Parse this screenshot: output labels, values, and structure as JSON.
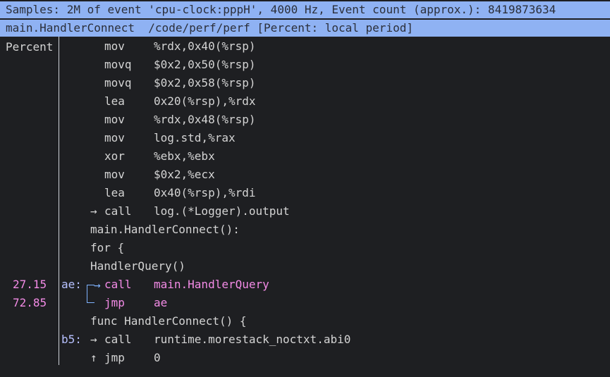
{
  "header": {
    "line1": "Samples: 2M of event 'cpu-clock:pppH', 4000 Hz, Event count (approx.): 8419873634",
    "line2": "main.HandlerConnect  /code/perf/perf [Percent: local period]"
  },
  "percent_column_title": "Percent",
  "lines": [
    {
      "pct": "",
      "label": "",
      "arrow": "",
      "mnemonic": "mov",
      "operands": "%rdx,0x40(%rsp)",
      "source": ""
    },
    {
      "pct": "",
      "label": "",
      "arrow": "",
      "mnemonic": "movq",
      "operands": "$0x2,0x50(%rsp)",
      "source": ""
    },
    {
      "pct": "",
      "label": "",
      "arrow": "",
      "mnemonic": "movq",
      "operands": "$0x2,0x58(%rsp)",
      "source": ""
    },
    {
      "pct": "",
      "label": "",
      "arrow": "",
      "mnemonic": "lea",
      "operands": "0x20(%rsp),%rdx",
      "source": ""
    },
    {
      "pct": "",
      "label": "",
      "arrow": "",
      "mnemonic": "mov",
      "operands": "%rdx,0x48(%rsp)",
      "source": ""
    },
    {
      "pct": "",
      "label": "",
      "arrow": "",
      "mnemonic": "mov",
      "operands": "log.std,%rax",
      "source": ""
    },
    {
      "pct": "",
      "label": "",
      "arrow": "",
      "mnemonic": "xor",
      "operands": "%ebx,%ebx",
      "source": ""
    },
    {
      "pct": "",
      "label": "",
      "arrow": "",
      "mnemonic": "mov",
      "operands": "$0x2,%ecx",
      "source": ""
    },
    {
      "pct": "",
      "label": "",
      "arrow": "",
      "mnemonic": "lea",
      "operands": "0x40(%rsp),%rdi",
      "source": ""
    },
    {
      "pct": "",
      "label": "",
      "arrow": "→",
      "mnemonic": "call",
      "operands": "log.(*Logger).output",
      "source": ""
    },
    {
      "pct": "",
      "label": "",
      "arrow": "",
      "mnemonic": "",
      "operands": "",
      "source": "main.HandlerConnect():"
    },
    {
      "pct": "",
      "label": "",
      "arrow": "",
      "mnemonic": "",
      "operands": "",
      "source": "for {"
    },
    {
      "pct": "",
      "label": "",
      "arrow": "",
      "mnemonic": "",
      "operands": "",
      "source": "HandlerQuery()"
    },
    {
      "pct": "27.15",
      "label": "ae:",
      "arrow": "",
      "mnemonic": "call",
      "operands": "main.HandlerQuery",
      "source": "",
      "hot": true
    },
    {
      "pct": "72.85",
      "label": "",
      "arrow": "",
      "mnemonic": "jmp",
      "operands": "ae",
      "source": "",
      "hot": true
    },
    {
      "pct": "",
      "label": "",
      "arrow": "",
      "mnemonic": "",
      "operands": "",
      "source": "func HandlerConnect() {"
    },
    {
      "pct": "",
      "label": "b5:",
      "arrow": "→",
      "mnemonic": "call",
      "operands": "runtime.morestack_noctxt.abi0",
      "source": ""
    },
    {
      "pct": "",
      "label": "",
      "arrow": "↑",
      "mnemonic": "jmp",
      "operands": "0",
      "source": ""
    }
  ],
  "jump_arrow_glyph": "→",
  "colors": {
    "background": "#1e1f22",
    "header_bg": "#8fb2f3",
    "hot": "#f38be6",
    "label": "#b7c1ff",
    "jump_arrow": "#7fb3ff"
  }
}
